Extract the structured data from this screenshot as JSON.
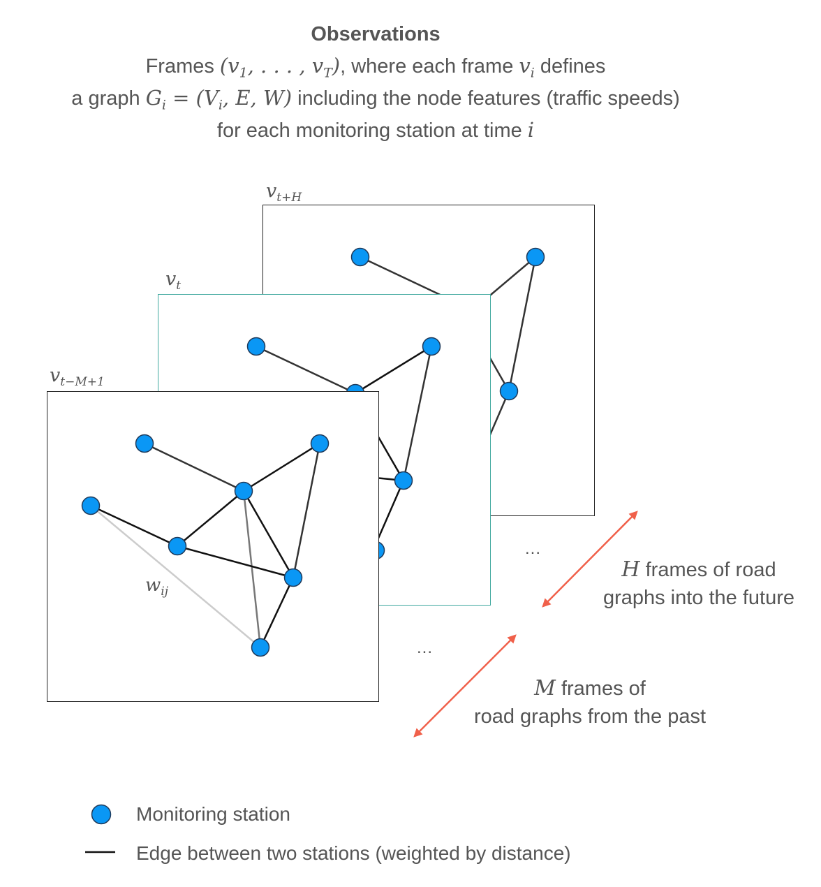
{
  "header": {
    "title": "Observations",
    "line1_a": "Frames ",
    "line1_math": "(v₁, . . . , v_T)",
    "line1_b": ", where each frame ",
    "line1_vi": "vᵢ",
    "line1_c": " defines",
    "line2_a": "a graph ",
    "line2_math": "Gᵢ = (Vᵢ, E, W)",
    "line2_b": " including the node features (traffic speeds)",
    "line3_a": "for each monitoring station at time ",
    "line3_i": "i"
  },
  "frames": [
    {
      "label": "v_{t+H}",
      "base": "v",
      "sub": "t+H"
    },
    {
      "label": "v_t",
      "base": "v",
      "sub": "t"
    },
    {
      "label": "v_{t−M+1}",
      "base": "v",
      "sub": "t−M+1"
    }
  ],
  "edge_label": {
    "base": "w",
    "sub": "ij"
  },
  "ellipsis": [
    "...",
    "..."
  ],
  "annotations": {
    "future_var": "H",
    "future_l1": " frames of road",
    "future_l2": "graphs into the future",
    "past_var": "M",
    "past_l1": " frames of",
    "past_l2": "road graphs from the past"
  },
  "legend": {
    "node": "Monitoring station",
    "edge": "Edge between two stations (weighted by distance)"
  },
  "colors": {
    "node_fill": "#0A97F5",
    "node_stroke": "#1f3a5a",
    "edge": "#111111",
    "edge_gray": "#777777",
    "edge_light": "#cccccc",
    "arrow": "#F0604A",
    "frame_border_mid": "#3fa89e",
    "text": "#555555"
  }
}
